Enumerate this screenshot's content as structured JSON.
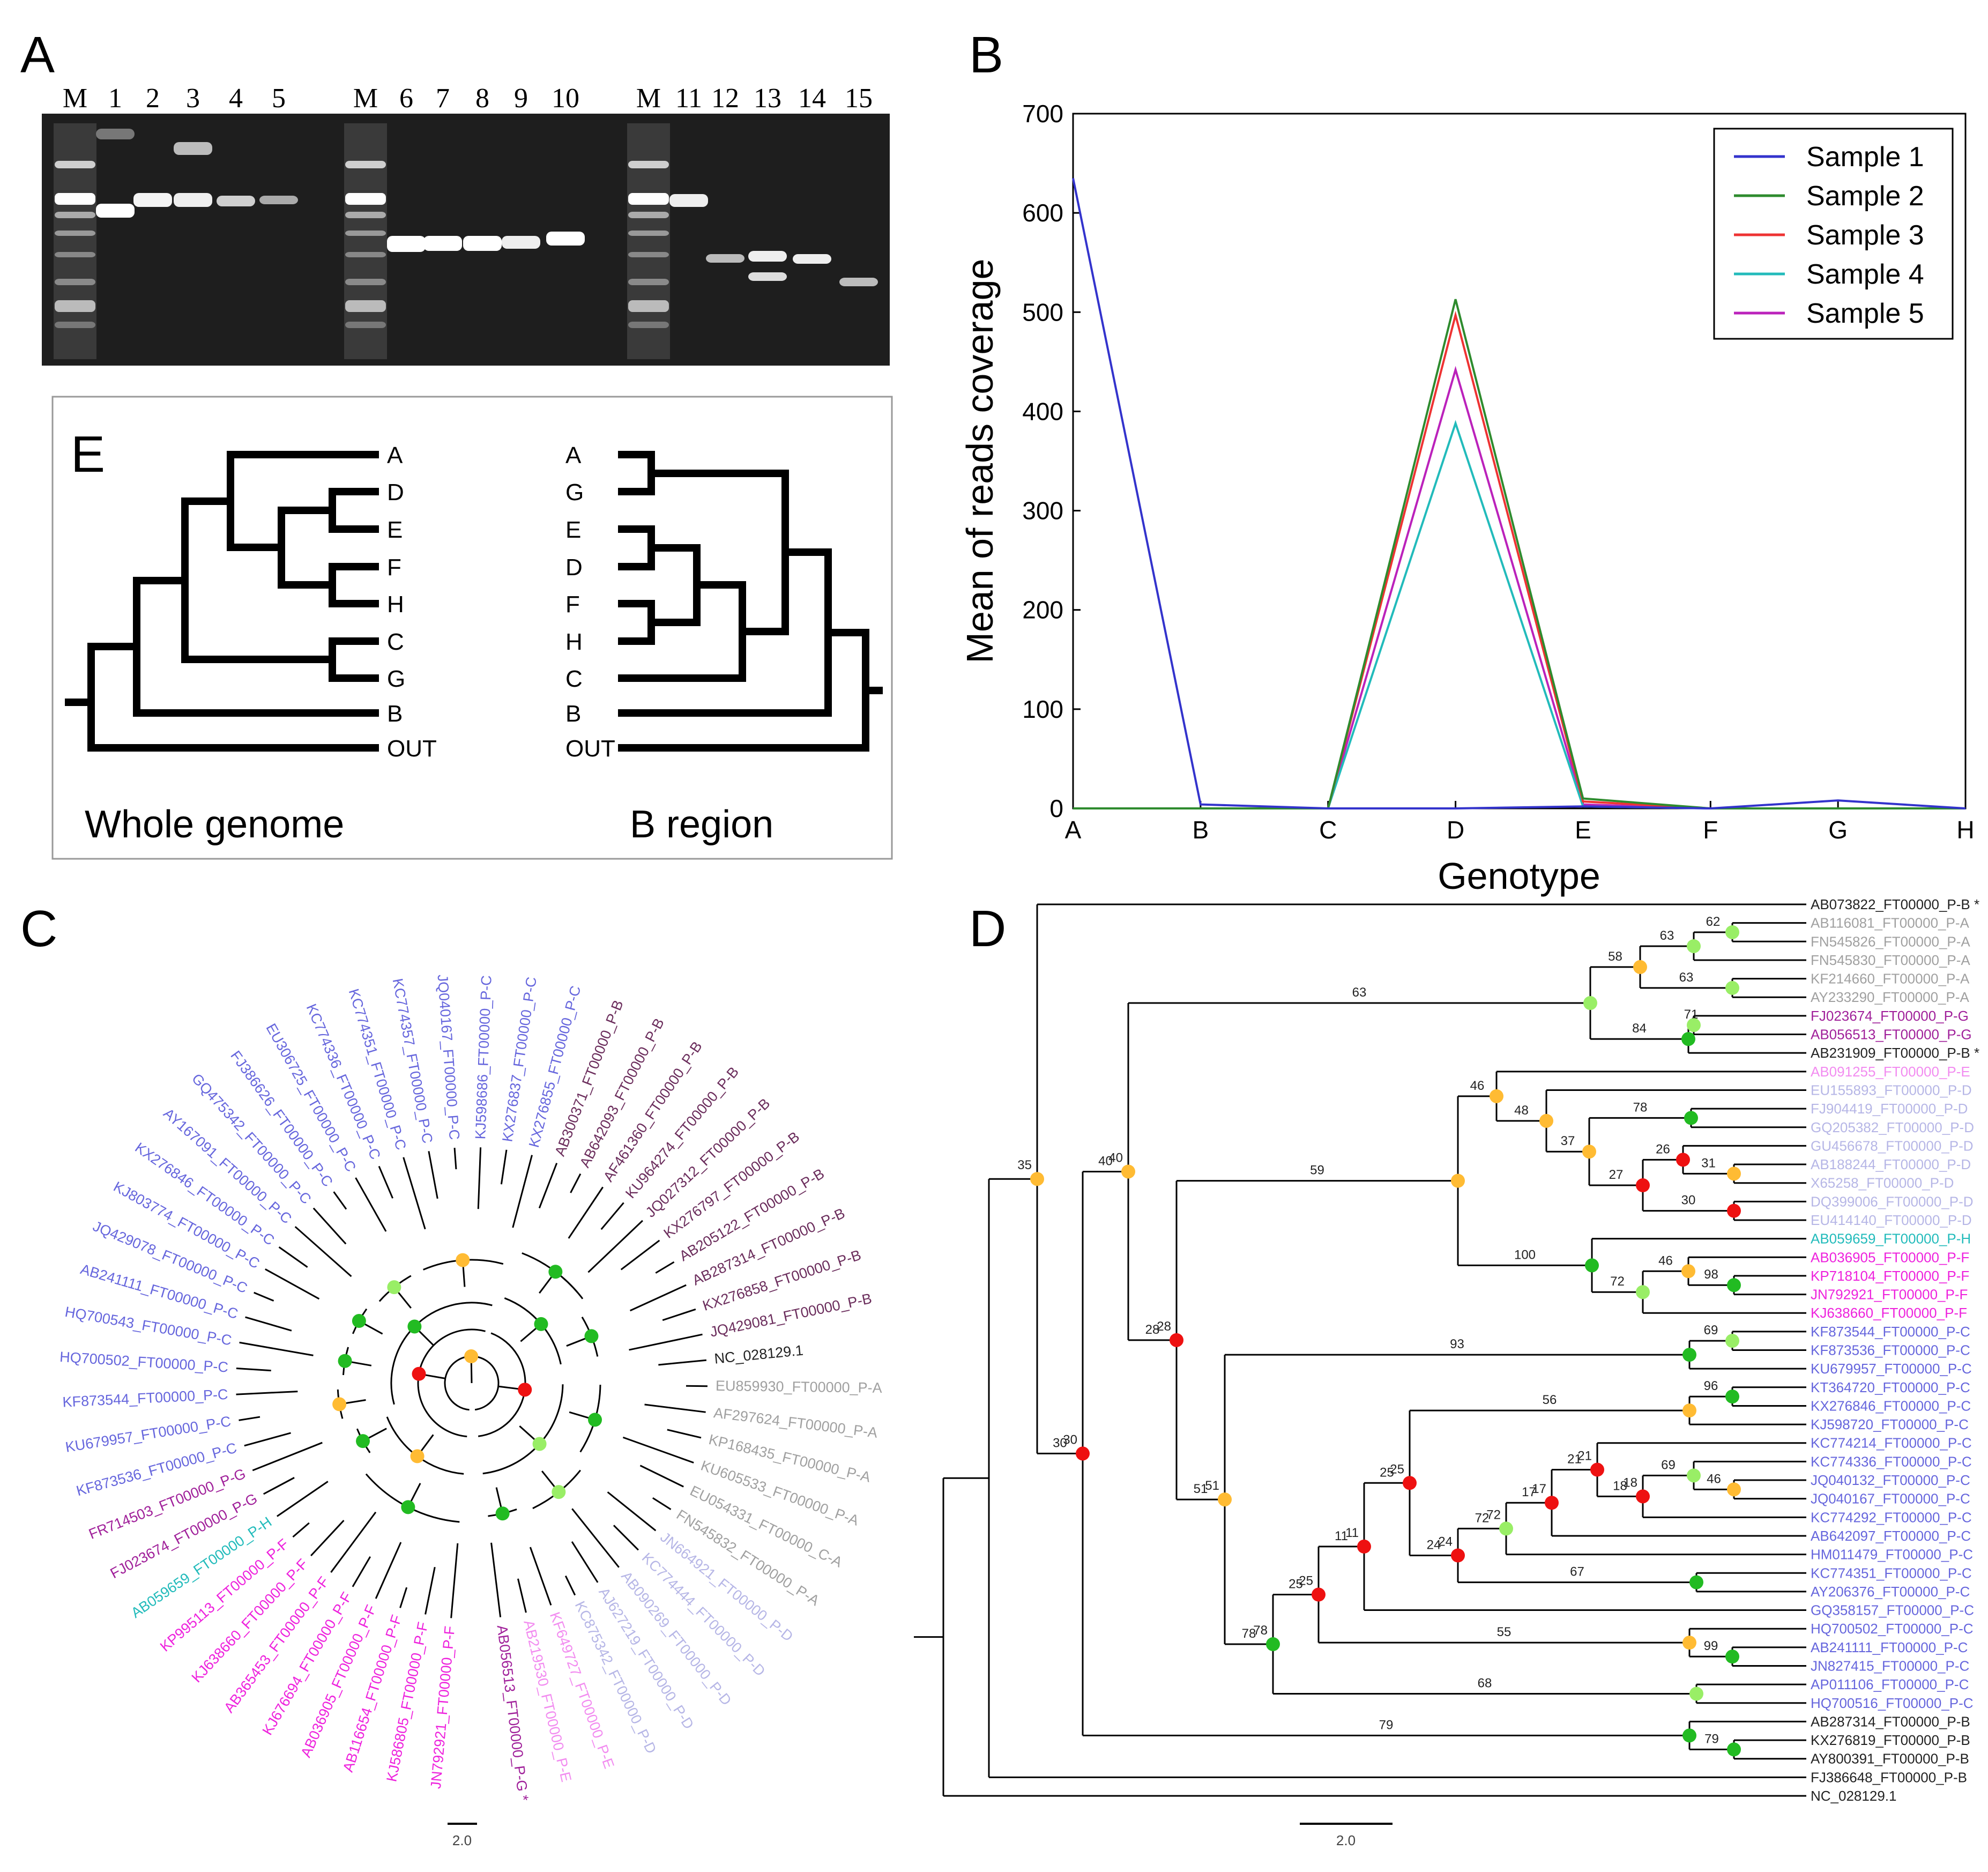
{
  "panels": {
    "a": "A",
    "b": "B",
    "c": "C",
    "d": "D",
    "e": "E"
  },
  "gel": {
    "lanes": [
      "M",
      "1",
      "2",
      "3",
      "4",
      "5",
      "M",
      "6",
      "7",
      "8",
      "9",
      "10",
      "M",
      "11",
      "12",
      "13",
      "14",
      "15"
    ]
  },
  "chart_data": {
    "type": "line",
    "title": "",
    "xlabel": "Genotype",
    "ylabel": "Mean of reads coverage",
    "categories": [
      "A",
      "B",
      "C",
      "D",
      "E",
      "F",
      "G",
      "H"
    ],
    "ylim": [
      0,
      700
    ],
    "yticks": [
      0,
      100,
      200,
      300,
      400,
      500,
      600,
      700
    ],
    "legend": "top-right",
    "series": [
      {
        "name": "Sample 1",
        "color": "#3333cc",
        "values": [
          635,
          4,
          0,
          0,
          2,
          0,
          8,
          0
        ]
      },
      {
        "name": "Sample 2",
        "color": "#2e8b2e",
        "values": [
          0,
          0,
          0,
          513,
          10,
          0,
          0,
          0
        ]
      },
      {
        "name": "Sample 3",
        "color": "#ee3333",
        "values": [
          0,
          0,
          0,
          497,
          7,
          0,
          0,
          0
        ]
      },
      {
        "name": "Sample 4",
        "color": "#22bbbb",
        "values": [
          0,
          0,
          0,
          388,
          2,
          0,
          0,
          0
        ]
      },
      {
        "name": "Sample 5",
        "color": "#bb22bb",
        "values": [
          0,
          0,
          0,
          442,
          4,
          0,
          0,
          0
        ]
      }
    ]
  },
  "cladogram": {
    "left_title": "Whole genome",
    "right_title": "B region",
    "left_leaves": [
      "A",
      "D",
      "E",
      "F",
      "H",
      "C",
      "G",
      "B",
      "OUT"
    ],
    "right_leaves": [
      "A",
      "G",
      "E",
      "D",
      "F",
      "H",
      "C",
      "B",
      "OUT"
    ]
  },
  "colors": {
    "A": "#a0a0a0",
    "B": "#6b2d5c",
    "C": "#6666dd",
    "D": "#b6b6e6",
    "E": "#f28cf0",
    "F": "#ee22dd",
    "G": "#a0209a",
    "H": "#22bbbb",
    "black": "#222222",
    "boot_high": "#22bb22",
    "boot_mid": "#99ee66",
    "boot_low_mid": "#ffbb33",
    "boot_low": "#ee1111"
  },
  "tree_d": {
    "scale_label": "2.0",
    "leaves": [
      {
        "label": "AB073822_FT00000_P-B",
        "g": "black",
        "star": true
      },
      {
        "label": "AB116081_FT00000_P-A",
        "g": "A"
      },
      {
        "label": "FN545826_FT00000_P-A",
        "g": "A"
      },
      {
        "label": "FN545830_FT00000_P-A",
        "g": "A"
      },
      {
        "label": "KF214660_FT00000_P-A",
        "g": "A"
      },
      {
        "label": "AY233290_FT00000_P-A",
        "g": "A"
      },
      {
        "label": "FJ023674_FT00000_P-G",
        "g": "G"
      },
      {
        "label": "AB056513_FT00000_P-G",
        "g": "G"
      },
      {
        "label": "AB231909_FT00000_P-B",
        "g": "black",
        "star": true
      },
      {
        "label": "AB091255_FT00000_P-E",
        "g": "E"
      },
      {
        "label": "EU155893_FT00000_P-D",
        "g": "D"
      },
      {
        "label": "FJ904419_FT00000_P-D",
        "g": "D"
      },
      {
        "label": "GQ205382_FT00000_P-D",
        "g": "D"
      },
      {
        "label": "GU456678_FT00000_P-D",
        "g": "D"
      },
      {
        "label": "AB188244_FT00000_P-D",
        "g": "D"
      },
      {
        "label": "X65258_FT00000_P-D",
        "g": "D"
      },
      {
        "label": "DQ399006_FT00000_P-D",
        "g": "D"
      },
      {
        "label": "EU414140_FT00000_P-D",
        "g": "D"
      },
      {
        "label": "AB059659_FT00000_P-H",
        "g": "H"
      },
      {
        "label": "AB036905_FT00000_P-F",
        "g": "F"
      },
      {
        "label": "KP718104_FT00000_P-F",
        "g": "F"
      },
      {
        "label": "JN792921_FT00000_P-F",
        "g": "F"
      },
      {
        "label": "KJ638660_FT00000_P-F",
        "g": "F"
      },
      {
        "label": "KF873544_FT00000_P-C",
        "g": "C"
      },
      {
        "label": "KF873536_FT00000_P-C",
        "g": "C"
      },
      {
        "label": "KU679957_FT00000_P-C",
        "g": "C"
      },
      {
        "label": "KT364720_FT00000_P-C",
        "g": "C"
      },
      {
        "label": "KX276846_FT00000_P-C",
        "g": "C"
      },
      {
        "label": "KJ598720_FT00000_P-C",
        "g": "C"
      },
      {
        "label": "KC774214_FT00000_P-C",
        "g": "C"
      },
      {
        "label": "KC774336_FT00000_P-C",
        "g": "C"
      },
      {
        "label": "JQ040132_FT00000_P-C",
        "g": "C"
      },
      {
        "label": "JQ040167_FT00000_P-C",
        "g": "C"
      },
      {
        "label": "KC774292_FT00000_P-C",
        "g": "C"
      },
      {
        "label": "AB642097_FT00000_P-C",
        "g": "C"
      },
      {
        "label": "HM011479_FT00000_P-C",
        "g": "C"
      },
      {
        "label": "KC774351_FT00000_P-C",
        "g": "C"
      },
      {
        "label": "AY206376_FT00000_P-C",
        "g": "C"
      },
      {
        "label": "GQ358157_FT00000_P-C",
        "g": "C"
      },
      {
        "label": "HQ700502_FT00000_P-C",
        "g": "C"
      },
      {
        "label": "AB241111_FT00000_P-C",
        "g": "C"
      },
      {
        "label": "JN827415_FT00000_P-C",
        "g": "C"
      },
      {
        "label": "AP011106_FT00000_P-C",
        "g": "C"
      },
      {
        "label": "HQ700516_FT00000_P-C",
        "g": "C"
      },
      {
        "label": "AB287314_FT00000_P-B",
        "g": "black"
      },
      {
        "label": "KX276819_FT00000_P-B",
        "g": "black"
      },
      {
        "label": "AY800391_FT00000_P-B",
        "g": "black"
      },
      {
        "label": "FJ386648_FT00000_P-B",
        "g": "black"
      },
      {
        "label": "NC_028129.1",
        "g": "black"
      }
    ]
  },
  "tree_c": {
    "scale_label": "2.0",
    "leaves": [
      {
        "label": "JN792921_FT00000_P-F",
        "g": "F"
      },
      {
        "label": "KJ586805_FT00000_P-F",
        "g": "F"
      },
      {
        "label": "AB116654_FT00000_P-F",
        "g": "F"
      },
      {
        "label": "AB036905_FT00000_P-F",
        "g": "F"
      },
      {
        "label": "KJ676694_FT00000_P-F",
        "g": "F"
      },
      {
        "label": "AB365453_FT00000_P-F",
        "g": "F"
      },
      {
        "label": "KJ638660_FT00000_P-F",
        "g": "F"
      },
      {
        "label": "KP995113_FT00000_P-F",
        "g": "F"
      },
      {
        "label": "AB059659_FT00000_P-H",
        "g": "H"
      },
      {
        "label": "FJ023674_FT00000_P-G",
        "g": "G"
      },
      {
        "label": "FR714503_FT00000_P-G",
        "g": "G"
      },
      {
        "label": "KF873536_FT00000_P-C",
        "g": "C"
      },
      {
        "label": "KU679957_FT00000_P-C",
        "g": "C"
      },
      {
        "label": "KF873544_FT00000_P-C",
        "g": "C"
      },
      {
        "label": "HQ700502_FT00000_P-C",
        "g": "C"
      },
      {
        "label": "HQ700543_FT00000_P-C",
        "g": "C"
      },
      {
        "label": "AB241111_FT00000_P-C",
        "g": "C"
      },
      {
        "label": "JQ429078_FT00000_P-C",
        "g": "C"
      },
      {
        "label": "KJ803774_FT00000_P-C",
        "g": "C"
      },
      {
        "label": "KX276846_FT00000_P-C",
        "g": "C"
      },
      {
        "label": "AY167091_FT00000_P-C",
        "g": "C"
      },
      {
        "label": "GQ475342_FT00000_P-C",
        "g": "C"
      },
      {
        "label": "FJ386626_FT00000_P-C",
        "g": "C"
      },
      {
        "label": "EU306725_FT00000_P-C",
        "g": "C"
      },
      {
        "label": "KC774336_FT00000_P-C",
        "g": "C"
      },
      {
        "label": "KC774351_FT00000_P-C",
        "g": "C"
      },
      {
        "label": "KC774357_FT00000_P-C",
        "g": "C"
      },
      {
        "label": "JQ040167_FT00000_P-C",
        "g": "C"
      },
      {
        "label": "KJ598686_FT00000_P-C",
        "g": "C"
      },
      {
        "label": "KX276837_FT00000_P-C",
        "g": "C"
      },
      {
        "label": "KX276855_FT00000_P-C",
        "g": "C"
      },
      {
        "label": "AB300371_FT00000_P-B",
        "g": "B"
      },
      {
        "label": "AB642093_FT00000_P-B",
        "g": "B"
      },
      {
        "label": "AF461360_FT00000_P-B",
        "g": "B"
      },
      {
        "label": "KU964274_FT00000_P-B",
        "g": "B"
      },
      {
        "label": "JQ027312_FT00000_P-B",
        "g": "B"
      },
      {
        "label": "KX276797_FT00000_P-B",
        "g": "B"
      },
      {
        "label": "AB205122_FT00000_P-B",
        "g": "B"
      },
      {
        "label": "AB287314_FT00000_P-B",
        "g": "B"
      },
      {
        "label": "KX276858_FT00000_P-B",
        "g": "B"
      },
      {
        "label": "JQ429081_FT00000_P-B",
        "g": "B"
      },
      {
        "label": "NC_028129.1",
        "g": "black"
      },
      {
        "label": "EU859930_FT00000_P-A",
        "g": "A"
      },
      {
        "label": "AF297624_FT00000_P-A",
        "g": "A"
      },
      {
        "label": "KP168435_FT00000_P-A",
        "g": "A"
      },
      {
        "label": "KU605533_FT00000_P-A",
        "g": "A"
      },
      {
        "label": "EU054331_FT00000_C-A",
        "g": "A"
      },
      {
        "label": "FN545832_FT00000_P-A",
        "g": "A"
      },
      {
        "label": "JN664921_FT00000_P-D",
        "g": "D"
      },
      {
        "label": "KC774444_FT00000_P-D",
        "g": "D"
      },
      {
        "label": "AB090269_FT00000_P-D",
        "g": "D"
      },
      {
        "label": "AJ627219_FT00000_P-D",
        "g": "D"
      },
      {
        "label": "KC875342_FT00000_P-D",
        "g": "D"
      },
      {
        "label": "KF649727_FT00000_P-E",
        "g": "E"
      },
      {
        "label": "AB219530_FT00000_P-E",
        "g": "E"
      },
      {
        "label": "AB056513_FT00000_P-G",
        "g": "G",
        "star": true
      }
    ]
  }
}
